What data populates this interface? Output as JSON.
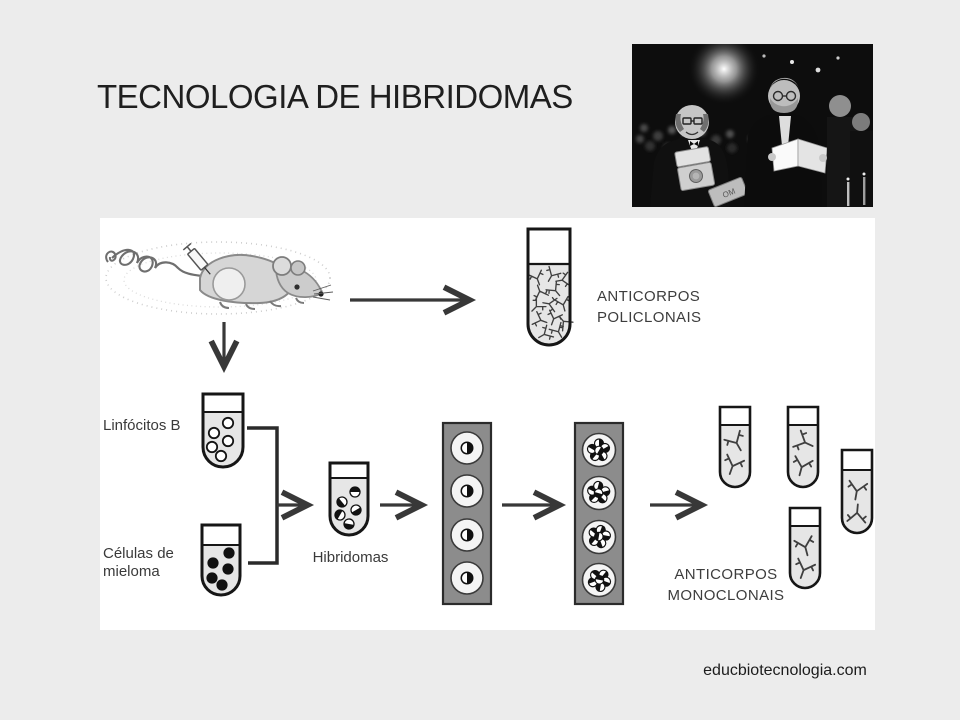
{
  "slide": {
    "title": "TECNOLOGIA DE HIBRIDOMAS"
  },
  "photo": {
    "name": "nobel-ceremony-photo"
  },
  "diagram": {
    "labels": {
      "lymphocytes": "Linfócitos B",
      "myeloma": "Células de mieloma",
      "hybridomas": "Hibridomas",
      "polyclonal": [
        "ANTICORPOS",
        "POLICLONAIS"
      ],
      "monoclonal": [
        "ANTICORPOS",
        "MONOCLONAIS"
      ]
    },
    "icons": {
      "mouse": "mouse-drawing-icon",
      "syringe": "syringe-icon",
      "test_tube": "test-tube-icon",
      "well_plate": "well-plate-icon",
      "antibody": "antibody-y-icon",
      "arrow": "arrow-icon"
    },
    "colors": {
      "slide_bg": "#ececec",
      "panel_bg": "#ffffff",
      "plate_gray": "#8c8c8c",
      "liquid_gray": "#e6e6e6",
      "ink": "#383838",
      "text": "#1f1f1f"
    }
  },
  "footer": {
    "website": "educbiotecnologia.com"
  }
}
